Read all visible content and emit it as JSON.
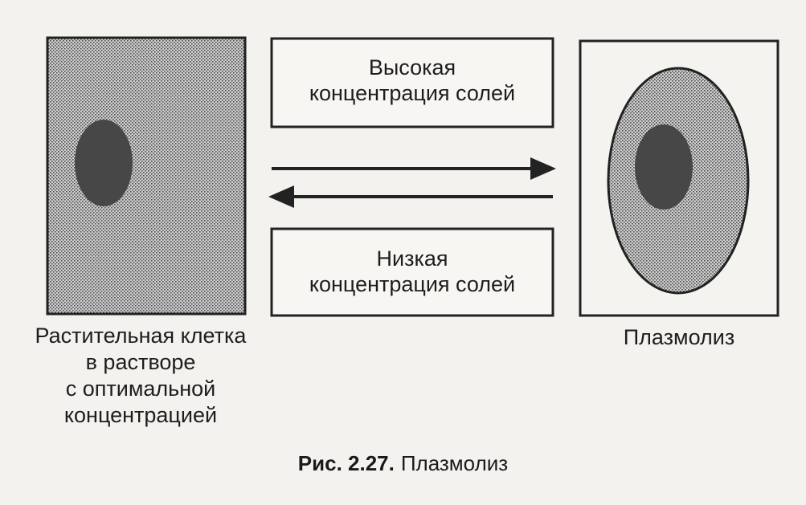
{
  "diagram": {
    "left_cell_label": [
      "Растительная клетка",
      "в растворе",
      "с оптимальной",
      "концентрацией"
    ],
    "right_cell_label": "Плазмолиз",
    "top_box_text": [
      "Высокая",
      "концентрация солей"
    ],
    "bottom_box_text": [
      "Низкая",
      "концентрация солей"
    ]
  },
  "caption": {
    "number": "Рис. 2.27.",
    "title": "Плазмолиз"
  },
  "colors": {
    "background": "#f3f2ee",
    "stroke": "#222222",
    "stipple_fill": "#b9b9b9",
    "nucleus": "#474747"
  }
}
